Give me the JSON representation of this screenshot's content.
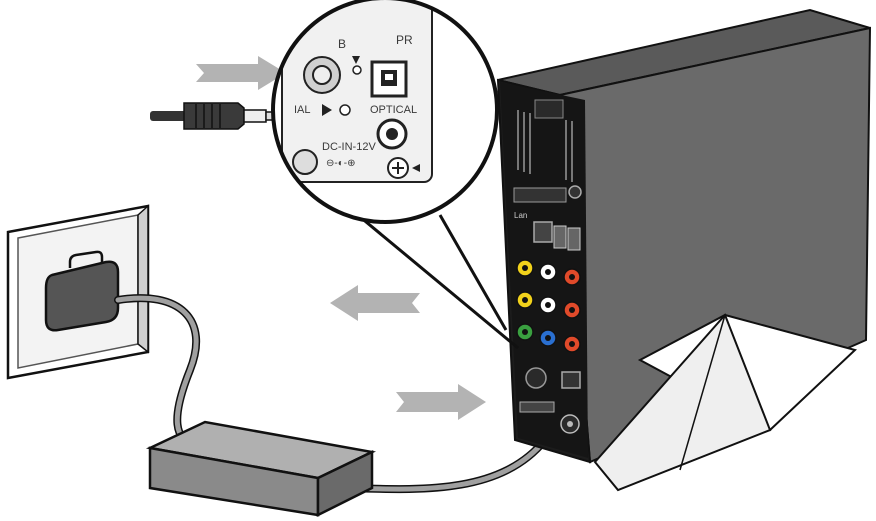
{
  "diagram": {
    "labels": {
      "pb": "B",
      "pr": "PR",
      "optical": "OPTICAL",
      "digital": "IAL",
      "dc_in": "DC-IN-12V",
      "dc_symbol": "⊖-◐-⊕",
      "lan": "Lan"
    },
    "icons": [
      "arrow-right-icon",
      "arrow-left-icon",
      "plug-icon",
      "power-outlet-icon",
      "power-adapter-icon",
      "media-player-icon",
      "magnifier-callout-icon"
    ],
    "colors": {
      "arrow": "#b3b3b3",
      "device_body": "#6a6a6a",
      "device_side": "#4b4b4b",
      "device_back": "#1a1a1a",
      "adapter": "#888888",
      "cable": "#a0a0a0",
      "rca_yellow": "#f2d21b",
      "rca_white": "#ffffff",
      "rca_red": "#e04a2a",
      "rca_green": "#3aa040",
      "rca_blue": "#2a6fd0"
    }
  }
}
